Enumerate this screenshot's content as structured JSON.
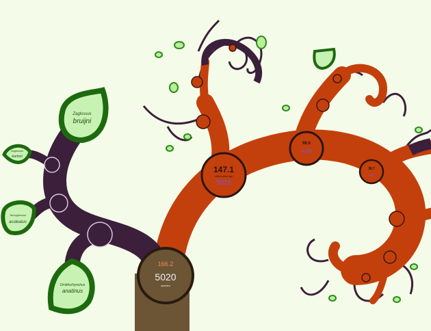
{
  "colors": {
    "background": "#f4fbe8",
    "trunk": "#6b5535",
    "orange_branch": "#c3400c",
    "purple_branch": "#3b1f3b",
    "leaf_fill": "#c8f2b4",
    "leaf_border": "#1d6a0e"
  },
  "root_node": {
    "age": "166.2",
    "count": "5020",
    "unit": "species"
  },
  "nodes": [
    {
      "age": "147.1",
      "age_unit": "million years ago",
      "count": "5016"
    },
    {
      "age": "98.9",
      "count": "4196"
    },
    {
      "age": "38.7",
      "count": "1099"
    }
  ],
  "leaves": [
    {
      "genus": "Zaglossus",
      "species": "bruijni"
    },
    {
      "genus": "Zaglossus",
      "species": "bartoni"
    },
    {
      "genus": "Tachyglossus",
      "species": "aculeatus"
    },
    {
      "genus": "Ornithorhynchus",
      "species": "anatinus"
    }
  ]
}
